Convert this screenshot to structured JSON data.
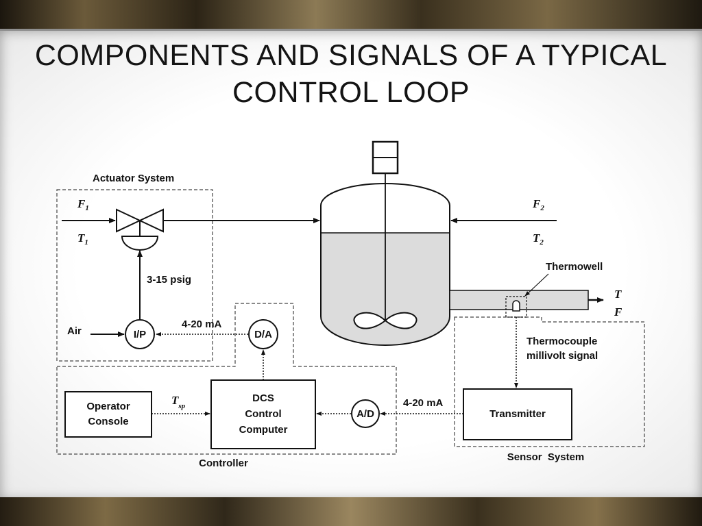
{
  "title": "COMPONENTS AND SIGNALS OF A TYPICAL CONTROL LOOP",
  "labels": {
    "actuator_system": "Actuator System",
    "f1": "F",
    "f1_sub": "1",
    "t1": "T",
    "t1_sub": "1",
    "f2": "F",
    "f2_sub": "2",
    "t2": "T",
    "t2_sub": "2",
    "psig": "3-15 psig",
    "air": "Air",
    "ip": "I/P",
    "ma_left": "4-20 mA",
    "da": "D/A",
    "thermowell": "Thermowell",
    "out_t": "T",
    "out_f": "F",
    "thermocouple_line1": "Thermocouple",
    "thermocouple_line2": "millivolt signal",
    "operator_line1": "Operator",
    "operator_line2": "Console",
    "tsp": "T",
    "tsp_sub": "sp",
    "dcs_line1": "DCS",
    "dcs_line2": "Control",
    "dcs_line3": "Computer",
    "ad": "A/D",
    "ma_right": "4-20 mA",
    "transmitter": "Transmitter",
    "controller": "Controller",
    "sensor_system": "Sensor  System"
  }
}
